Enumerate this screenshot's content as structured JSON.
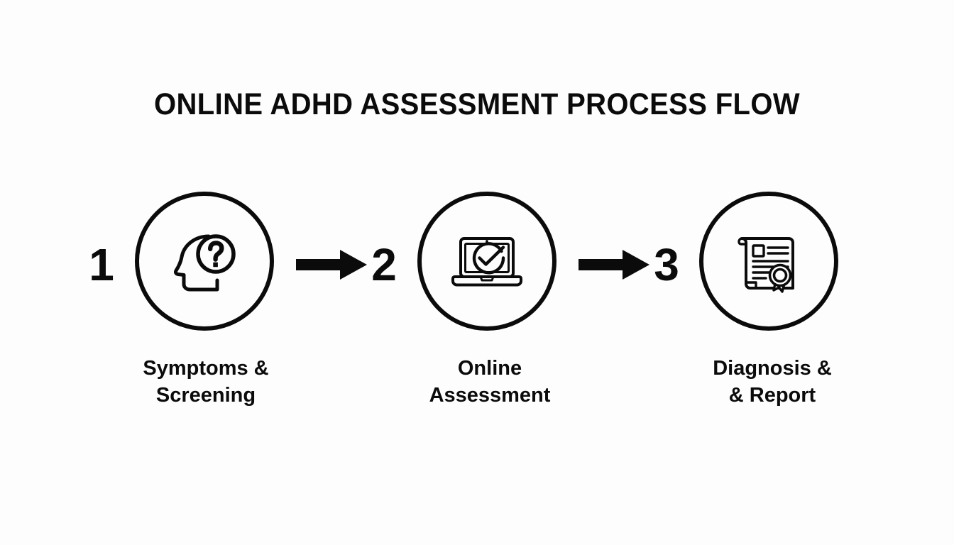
{
  "background_color": "#fdfdfd",
  "ink_color": "#0b0b0b",
  "header": {
    "title": "ONLINE ADHD ASSESSMENT PROCESS FLOW"
  },
  "diagram_data": {
    "type": "process-flow",
    "orientation": "horizontal",
    "step_count": 3,
    "connector": "solid-black-right-arrow",
    "steps": [
      {
        "number": "1",
        "icon": "head-question-mark-icon",
        "label_lines": [
          "Symptoms &",
          "Screening"
        ]
      },
      {
        "number": "2",
        "icon": "laptop-checkmark-icon",
        "label_lines": [
          "Online",
          "Assessment"
        ]
      },
      {
        "number": "3",
        "icon": "certificate-seal-icon",
        "label_lines": [
          "Diagnosis &",
          "& Report"
        ]
      }
    ],
    "arrows": [
      {
        "name": "arrow-step-1-to-2",
        "direction": "right"
      },
      {
        "name": "arrow-step-2-to-3",
        "direction": "right"
      }
    ]
  }
}
